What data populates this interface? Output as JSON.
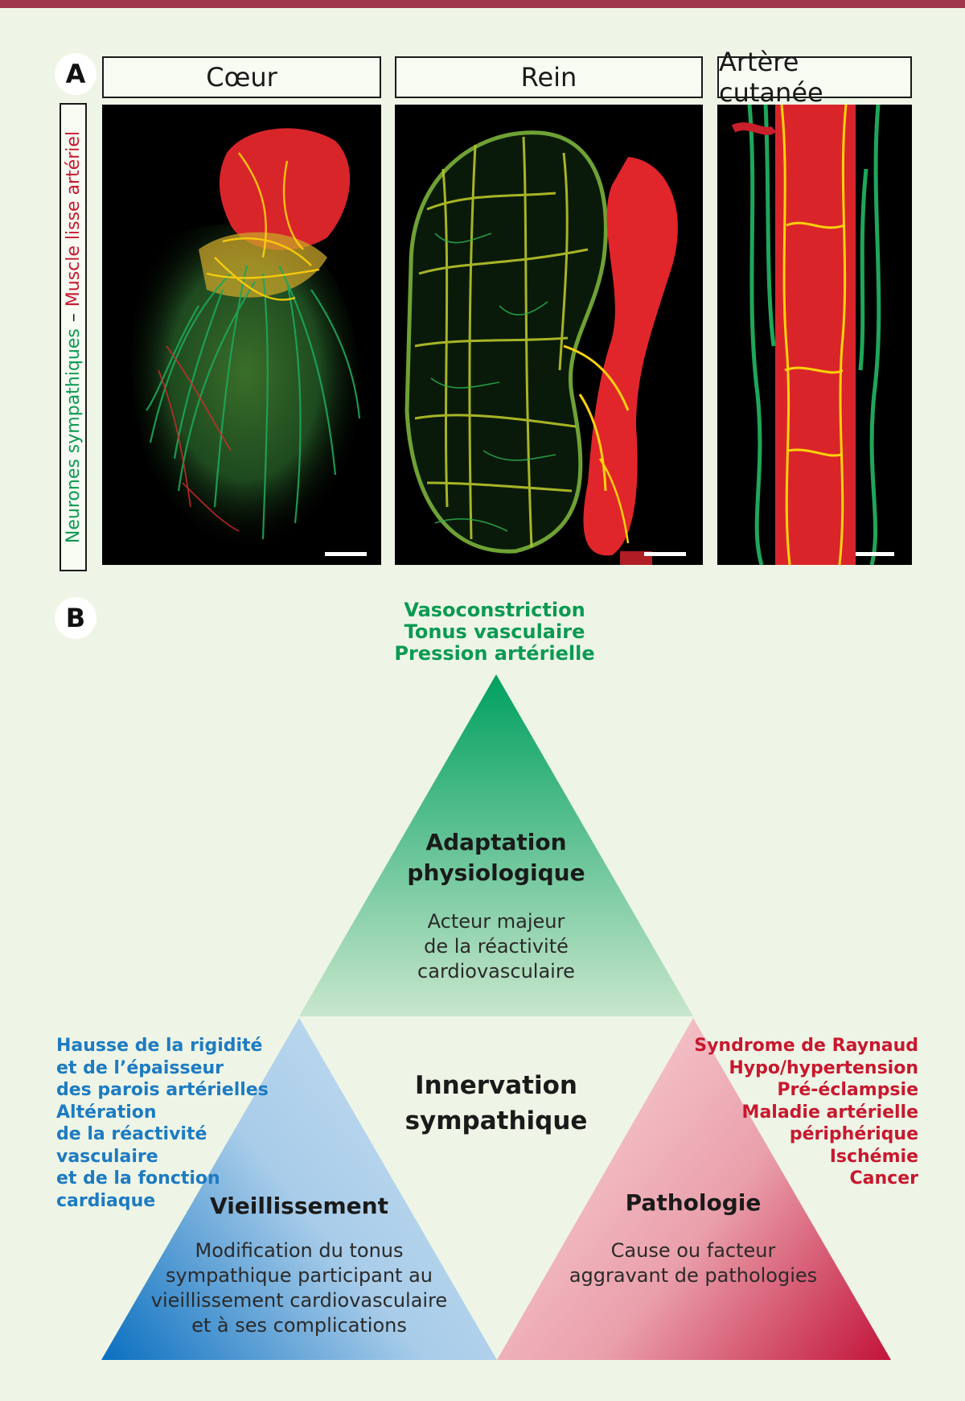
{
  "panel_a": {
    "badge": "A",
    "columns": [
      "Cœur",
      "Rein",
      "Artère cutanée"
    ],
    "side_label_green": "Neurones sympathiques",
    "side_label_dash": "–",
    "side_label_red": "Muscle lisse artériel"
  },
  "panel_b": {
    "badge": "B",
    "top_effects": [
      "Vasoconstriction",
      "Tonus vasculaire",
      "Pression artérielle"
    ],
    "top_triangle": {
      "title_lines": [
        "Adaptation",
        "physiologique"
      ],
      "desc_lines": [
        "Acteur majeur",
        "de la réactivité",
        "cardiovasculaire"
      ]
    },
    "center": {
      "title_lines": [
        "Innervation",
        "sympathique"
      ]
    },
    "left_triangle": {
      "title": "Vieillissement",
      "desc_lines": [
        "Modification du tonus",
        "sympathique participant au",
        "vieillissement cardiovasculaire",
        "et à ses complications"
      ]
    },
    "right_triangle": {
      "title": "Pathologie",
      "desc_lines": [
        "Cause ou facteur",
        "aggravant de pathologies"
      ]
    },
    "left_effects": [
      "Hausse de la rigidité",
      "et de l’épaisseur",
      "des parois artérielles",
      "Altération",
      "de la réactivité",
      "vasculaire",
      "et de la fonction",
      "cardiaque"
    ],
    "right_effects": [
      "Syndrome de Raynaud",
      "Hypo/hypertension",
      "Pré-éclampsie",
      "Maladie artérielle",
      "périphérique",
      "Ischémie",
      "Cancer"
    ]
  },
  "colors": {
    "neuron_green": "#0a9a52",
    "muscle_red": "#c8182e",
    "aging_blue": "#1d7bc2",
    "header_rule": "#9e3549",
    "background": "#eef5e6"
  }
}
